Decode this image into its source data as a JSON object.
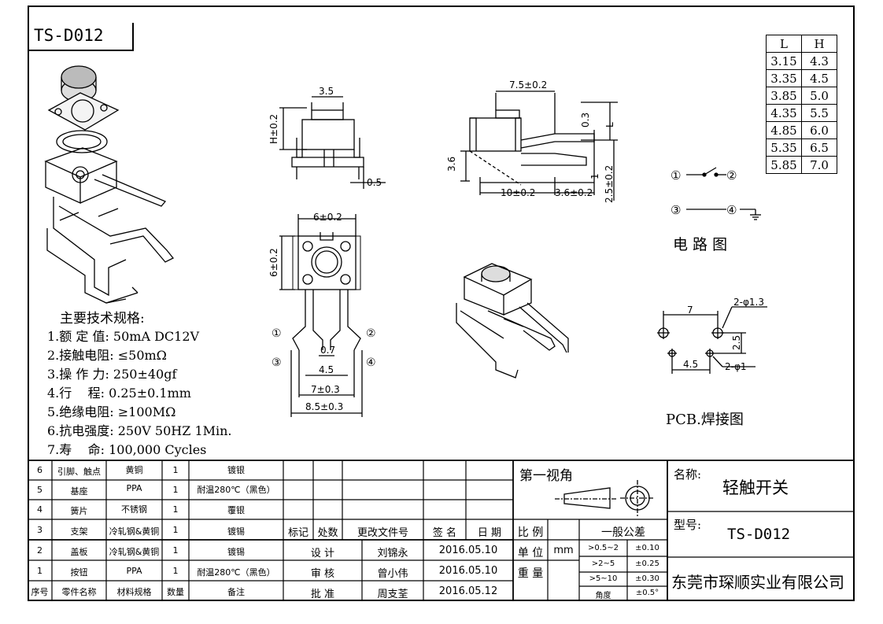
{
  "drawing": {
    "model_box": "TS-D012",
    "lh_table": {
      "headers": [
        "L",
        "H"
      ],
      "rows": [
        [
          "3.15",
          "4.3"
        ],
        [
          "3.35",
          "4.5"
        ],
        [
          "3.85",
          "5.0"
        ],
        [
          "4.35",
          "5.5"
        ],
        [
          "4.85",
          "6.0"
        ],
        [
          "5.35",
          "6.5"
        ],
        [
          "5.85",
          "7.0"
        ]
      ]
    },
    "specs": {
      "heading": "主要技术规格:",
      "items": [
        "1.额 定 值: 50mA DC12V",
        "2.接触电阻: ≤50mΩ",
        "3.操 作 力: 250±40gf",
        "4.行    程: 0.25±0.1mm",
        "5.绝缘电阻: ≥100MΩ",
        "6.抗电强度: 250V 50HZ 1Min.",
        "7.寿    命: 100,000 Cycles"
      ]
    },
    "dims": {
      "top_width": "3.5",
      "h_tol": "H±0.2",
      "pin_thick": "0.5",
      "side_len": "7.5±0.2",
      "side_03": "0.3",
      "side_L": "L",
      "side_36": "3.6",
      "side_1": "1",
      "side_25": "2.5±0.2",
      "side_10": "10±0.2",
      "side_36b": "3.6±0.2",
      "plan_w": "6±0.2",
      "plan_h": "6±0.2",
      "plan_07": "0.7",
      "plan_45": "4.5",
      "plan_7": "7±0.3",
      "plan_85": "8.5±0.3",
      "pin1": "①",
      "pin2": "②",
      "pin3": "③",
      "pin4": "④"
    },
    "circuit": {
      "title": "电 路 图",
      "p1": "①",
      "p2": "②",
      "p3": "③",
      "p4": "④"
    },
    "pcb": {
      "title": "PCB.焊接图",
      "dim7": "7",
      "hole_big": "2-φ1.3",
      "dim25": "2.5",
      "dim45": "4.5",
      "hole_small": "2-φ1"
    }
  },
  "bom": {
    "rows": [
      {
        "no": "6",
        "name": "引脚、触点",
        "mat": "黄铜",
        "qty": "1",
        "note": "镀银"
      },
      {
        "no": "5",
        "name": "基座",
        "mat": "PPA",
        "qty": "1",
        "note": "耐温280℃（黑色）"
      },
      {
        "no": "4",
        "name": "簧片",
        "mat": "不锈钢",
        "qty": "1",
        "note": "覆银"
      },
      {
        "no": "3",
        "name": "支架",
        "mat": "冷轧钢&黄铜",
        "qty": "1",
        "note": "镀锡"
      },
      {
        "no": "2",
        "name": "盖板",
        "mat": "冷轧钢&黄铜",
        "qty": "1",
        "note": "镀锡"
      },
      {
        "no": "1",
        "name": "按钮",
        "mat": "PPA",
        "qty": "1",
        "note": "耐温280℃（黑色）"
      }
    ],
    "header": {
      "no": "序号",
      "name": "零件名称",
      "mat": "材料规格",
      "qty": "数量",
      "note": "备注"
    }
  },
  "revision": {
    "labels": [
      "标记",
      "处数",
      "更改文件号",
      "签 名",
      "日 期"
    ],
    "rows": [
      {
        "role": "设  计",
        "name": "刘锦永",
        "date": "2016.05.10"
      },
      {
        "role": "审  核",
        "name": "曾小伟",
        "date": "2016.05.10"
      },
      {
        "role": "批  准",
        "name": "周支荃",
        "date": "2016.05.12"
      }
    ]
  },
  "projection": {
    "label": "第一视角",
    "scale_label": "比 例",
    "unit_label": "单 位",
    "unit_value": "mm",
    "weight_label": "重 量"
  },
  "tolerance": {
    "title": "一般公差",
    "rows": [
      {
        "range": ">0.5~2",
        "tol": "±0.10"
      },
      {
        "range": ">2~5",
        "tol": "±0.25"
      },
      {
        "range": ">5~10",
        "tol": "±0.30"
      },
      {
        "range": "角度",
        "tol": "±0.5°"
      }
    ]
  },
  "titleblock": {
    "name_label": "名称:",
    "name_value": "轻触开关",
    "model_label": "型号:",
    "model_value": "TS-D012",
    "company": "东莞市琛顺实业有限公司"
  }
}
